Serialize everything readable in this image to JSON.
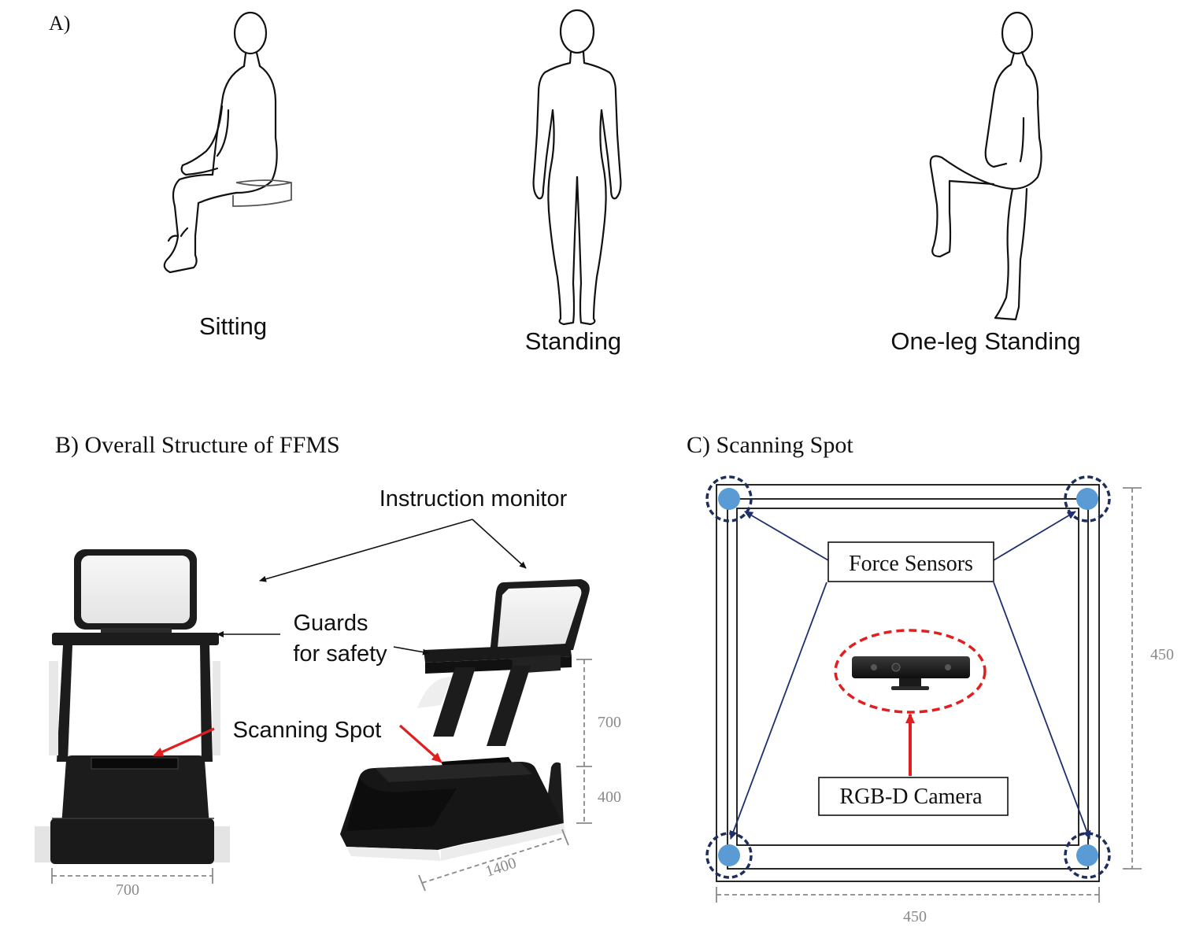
{
  "panel_a": {
    "label": "A)",
    "postures": {
      "sitting": "Sitting",
      "standing": "Standing",
      "one_leg": "One-leg Standing"
    }
  },
  "panel_b": {
    "title": "B) Overall Structure of FFMS",
    "labels": {
      "monitor": "Instruction monitor",
      "guards_line1": "Guards",
      "guards_line2": "for safety",
      "scanning_spot": "Scanning Spot"
    },
    "dimensions": {
      "front_width": "700",
      "side_length": "1400",
      "upper_height": "700",
      "lower_height": "400"
    }
  },
  "panel_c": {
    "title": "C) Scanning Spot",
    "labels": {
      "force_sensors": "Force Sensors",
      "camera": "RGB-D Camera"
    },
    "dimensions": {
      "width": "450",
      "height": "450"
    }
  },
  "colors": {
    "sensor_fill": "#5b9bd5",
    "sensor_ring": "#1f2f5c",
    "arrow_blue": "#1f2f6e",
    "accent_red": "#e02020",
    "dimension_gray": "#8a8a8a",
    "device_black": "#1c1c1c"
  }
}
